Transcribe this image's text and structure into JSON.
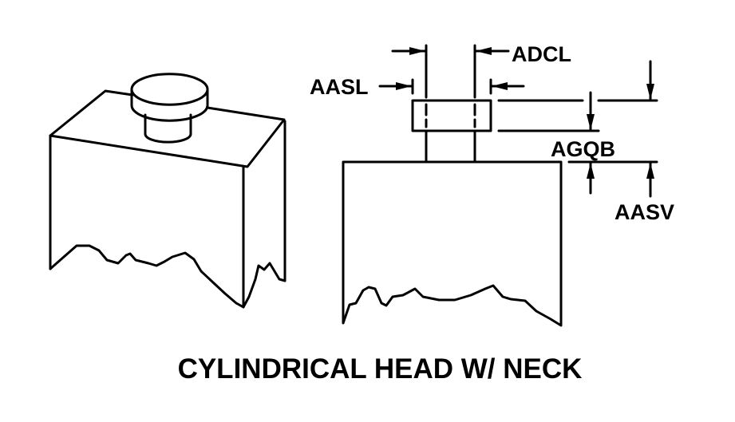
{
  "title": "CYLINDRICAL HEAD W/ NECK",
  "labels": {
    "adcl": "ADCL",
    "aasl": "AASL",
    "agqb": "AGQB",
    "aasv": "AASV"
  }
}
